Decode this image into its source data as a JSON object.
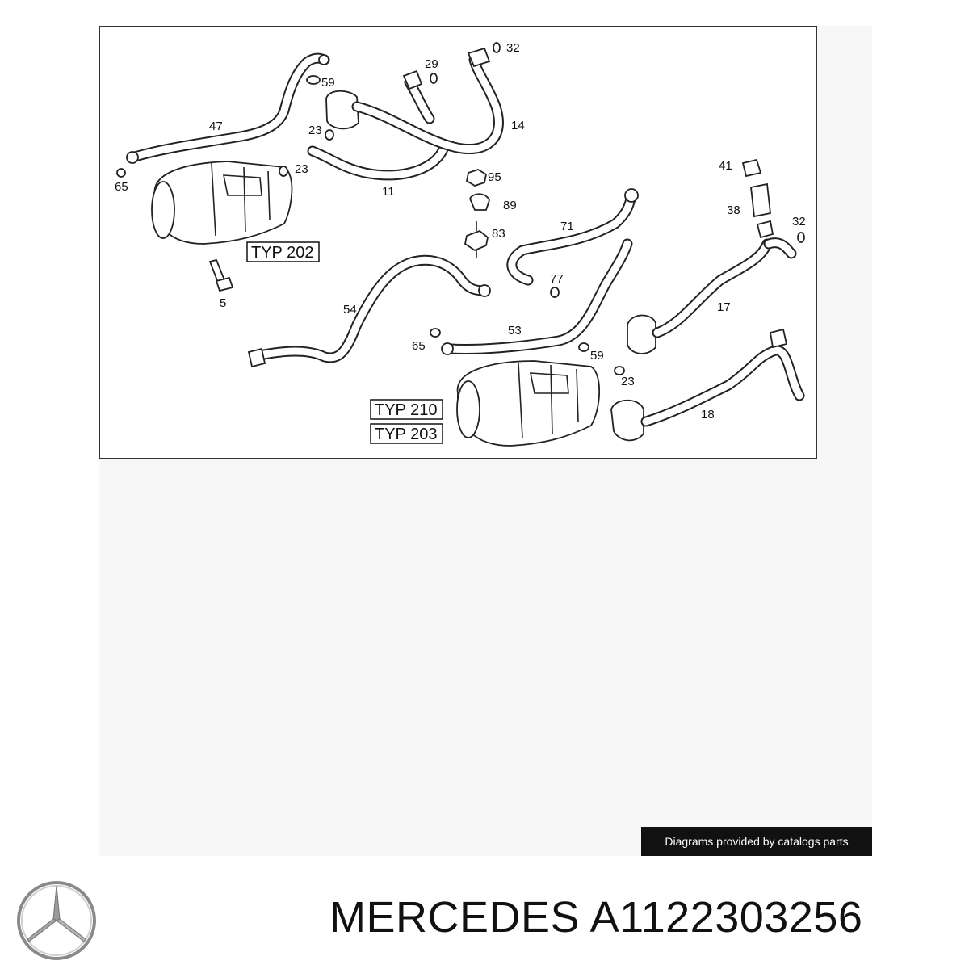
{
  "diagram": {
    "type_labels": [
      "TYP 202",
      "TYP 210",
      "TYP 203"
    ],
    "callouts": [
      "32",
      "29",
      "59",
      "47",
      "23",
      "14",
      "23",
      "65",
      "11",
      "95",
      "89",
      "41",
      "38",
      "32",
      "71",
      "83",
      "77",
      "5",
      "54",
      "53",
      "17",
      "65",
      "59",
      "23",
      "18"
    ]
  },
  "credit_text": "Diagrams provided by catalogs parts",
  "brand_logo": "mercedes-star-icon",
  "caption": "MERCEDES A1122303256"
}
